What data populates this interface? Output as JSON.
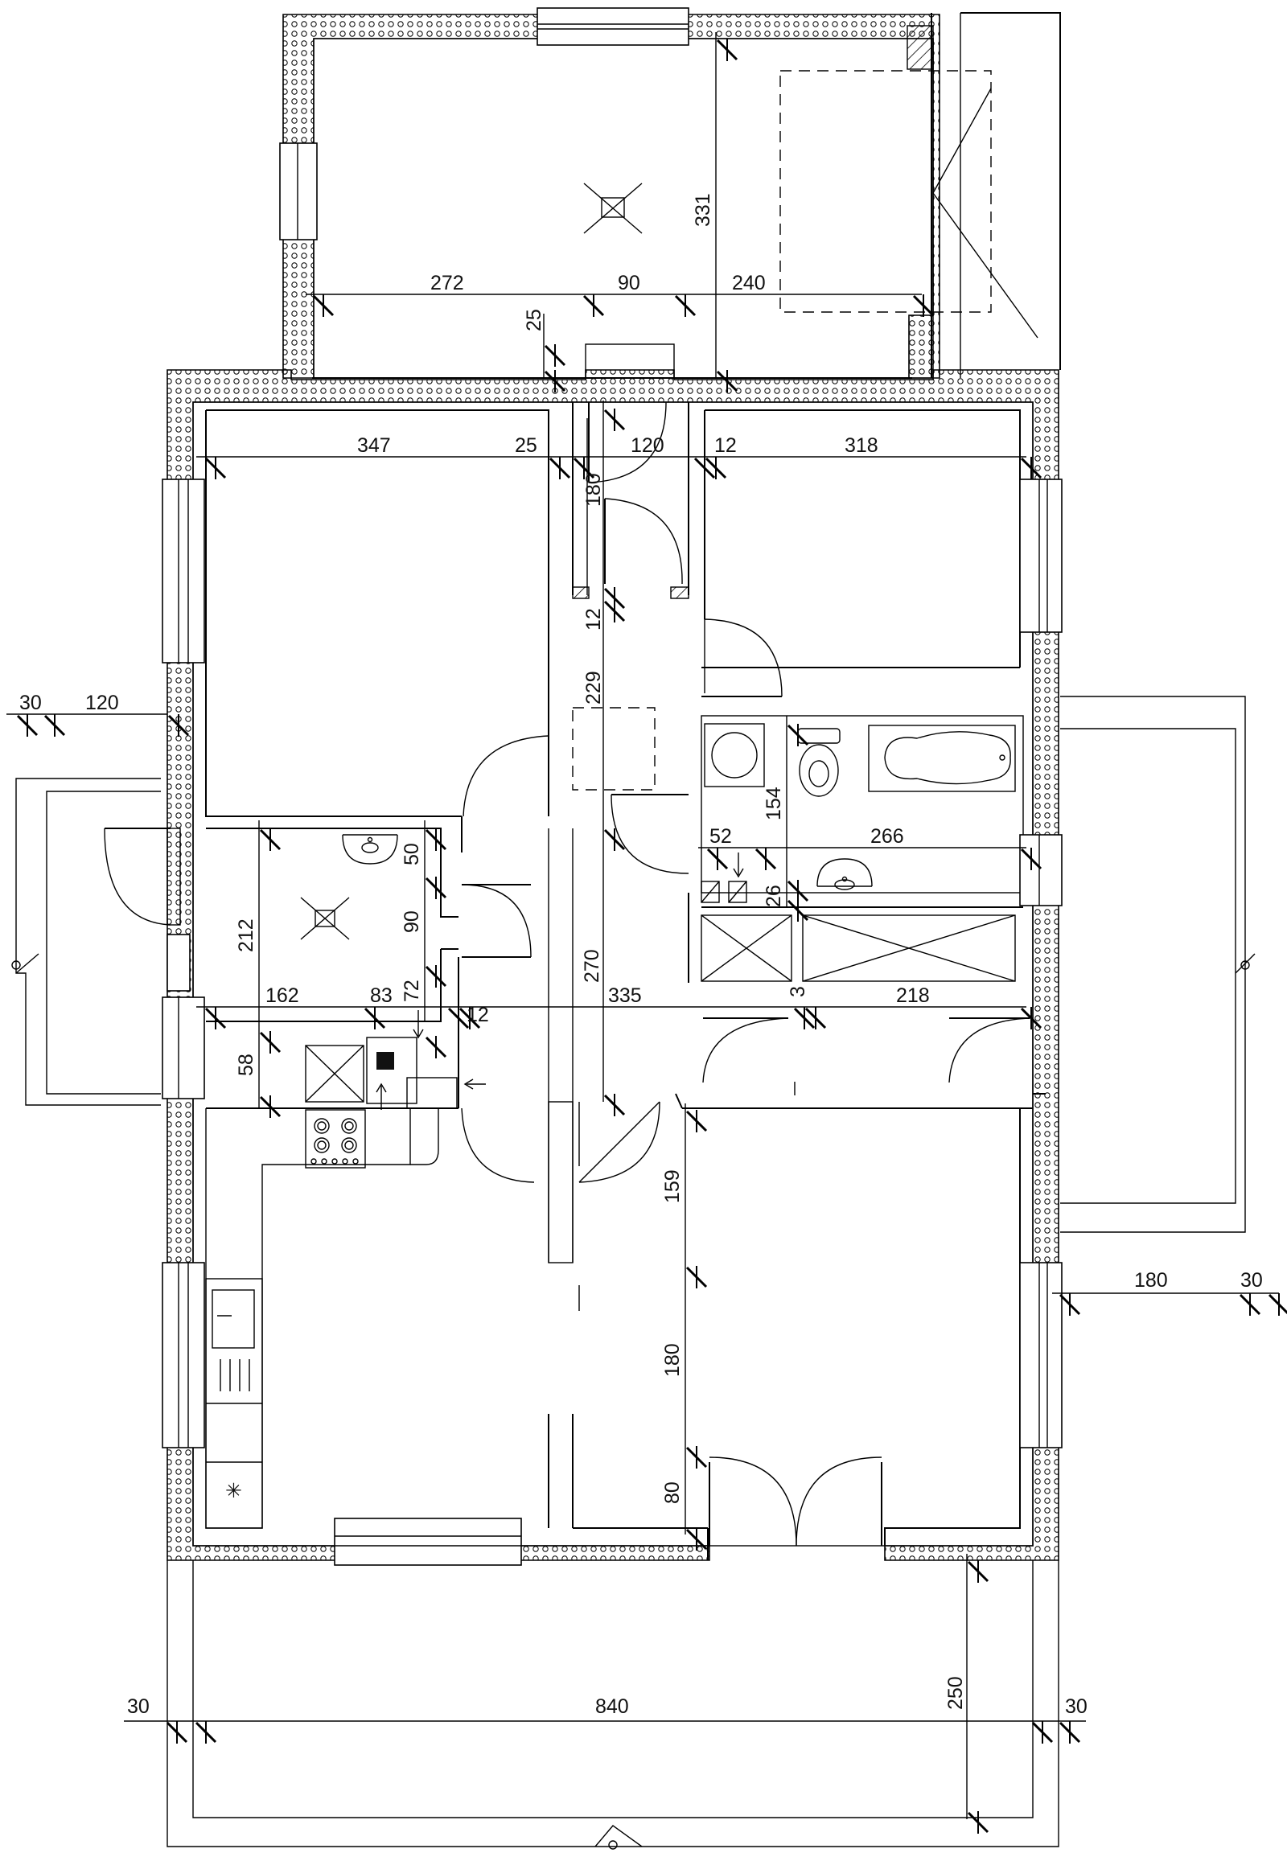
{
  "dimensions": {
    "d272": "272",
    "d90a": "90",
    "d240": "240",
    "d331": "331",
    "d25a": "25",
    "d347": "347",
    "d25b": "25",
    "d120a": "120",
    "d12a": "12",
    "d318": "318",
    "d180a": "180",
    "d12b": "12",
    "d229": "229",
    "d30a": "30",
    "d120b": "120",
    "d154": "154",
    "d52": "52",
    "d266": "266",
    "d26": "26",
    "d50": "50",
    "d212": "212",
    "d90b": "90",
    "d270": "270",
    "d72": "72",
    "d162": "162",
    "d83": "83",
    "d12c": "12",
    "d335": "335",
    "d3": "3",
    "d218": "218",
    "d58": "58",
    "d159": "159",
    "d180b": "180",
    "d30b": "30",
    "d180c": "180",
    "d80": "80",
    "d250": "250",
    "d30c": "30",
    "d840": "840",
    "d30d": "30"
  }
}
